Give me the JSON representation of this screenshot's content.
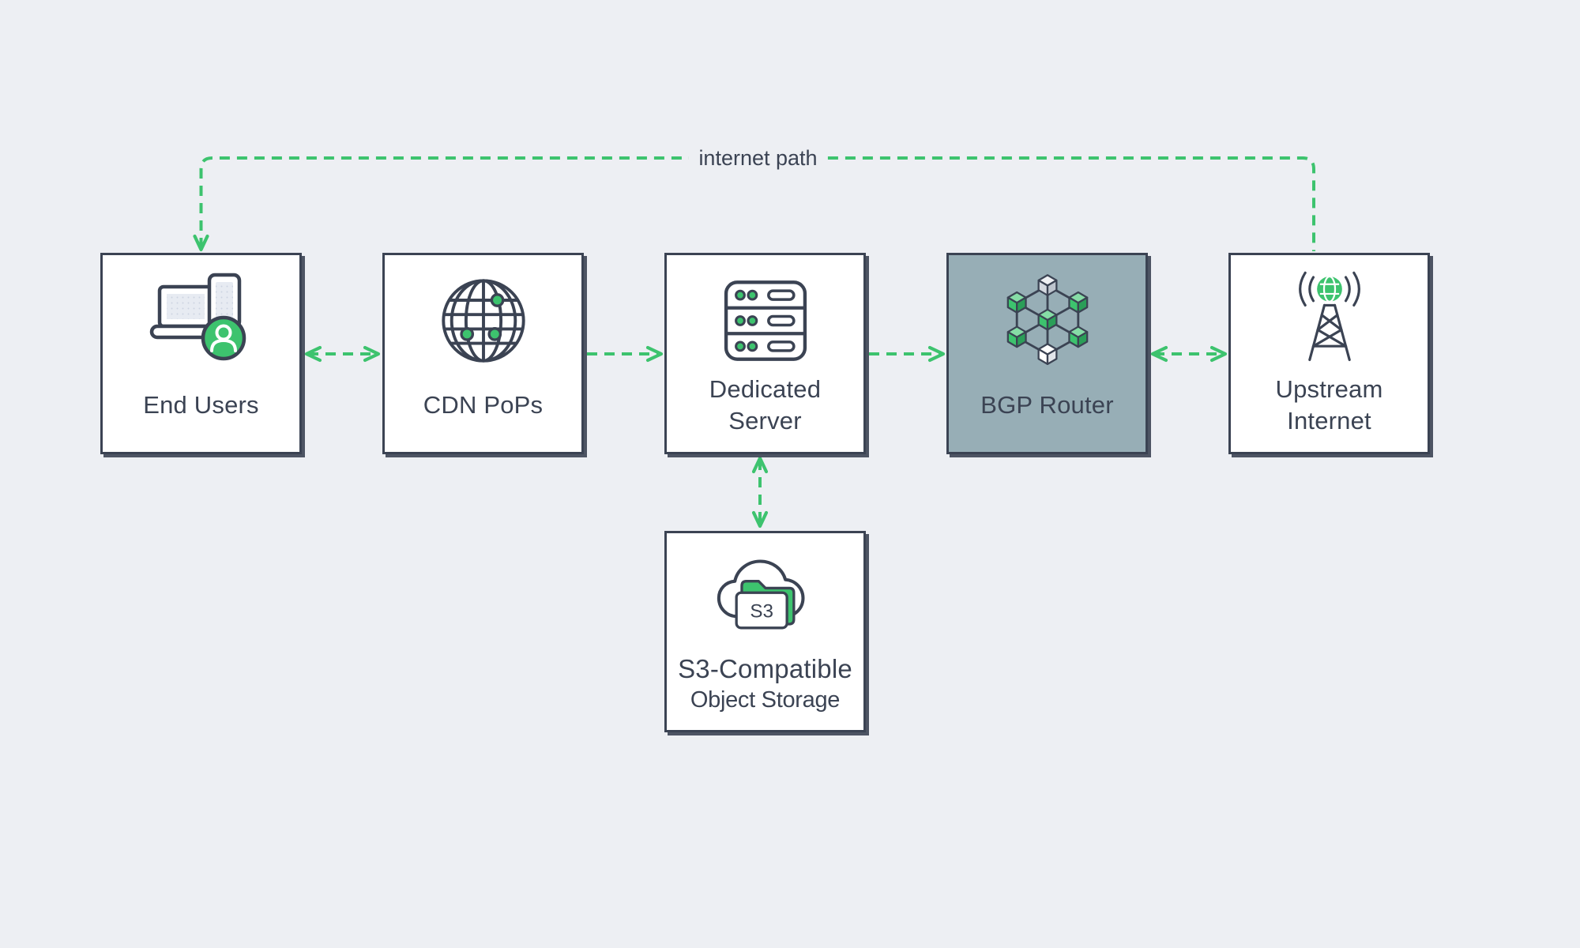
{
  "diagram": {
    "title": "CDN / BGP network architecture diagram",
    "background_color": "#edeff3",
    "accent_green": "#3dc36e",
    "node_border_color": "#3b4353",
    "node_fill_color": "#ffffff",
    "highlight_fill_color": "#97aeb6",
    "text_color": "#3b4353"
  },
  "annotation": {
    "internet_path": "internet path"
  },
  "icon_labels": {
    "s3_folder": "S3"
  },
  "nodes": [
    {
      "id": "end-users",
      "label": "End Users",
      "icon": "users-devices-icon",
      "highlighted": false
    },
    {
      "id": "cdn-pops",
      "label": "CDN PoPs",
      "icon": "globe-network-icon",
      "highlighted": false
    },
    {
      "id": "dedicated-server",
      "label_line1": "Dedicated",
      "label_line2": "Server",
      "icon": "server-rack-icon",
      "highlighted": false
    },
    {
      "id": "bgp-router",
      "label": "BGP Router",
      "icon": "cube-mesh-icon",
      "highlighted": true
    },
    {
      "id": "upstream-internet",
      "label_line1": "Upstream",
      "label_line2": "Internet",
      "icon": "radio-tower-icon",
      "highlighted": false
    },
    {
      "id": "s3-storage",
      "label_line1": "S3-Compatible",
      "label_line2": "Object Storage",
      "icon": "cloud-s3-folder-icon",
      "highlighted": false
    }
  ],
  "edges": [
    {
      "from": "end-users",
      "to": "cdn-pops",
      "style": "dashed-green",
      "direction": "bidirectional"
    },
    {
      "from": "cdn-pops",
      "to": "dedicated-server",
      "style": "dashed-green",
      "direction": "forward"
    },
    {
      "from": "dedicated-server",
      "to": "bgp-router",
      "style": "dashed-green",
      "direction": "forward"
    },
    {
      "from": "bgp-router",
      "to": "upstream-internet",
      "style": "dashed-green",
      "direction": "bidirectional"
    },
    {
      "from": "dedicated-server",
      "to": "s3-storage",
      "style": "dashed-green",
      "direction": "bidirectional"
    },
    {
      "from": "upstream-internet",
      "to": "end-users",
      "style": "dashed-green",
      "direction": "forward",
      "label": "internet path"
    }
  ]
}
